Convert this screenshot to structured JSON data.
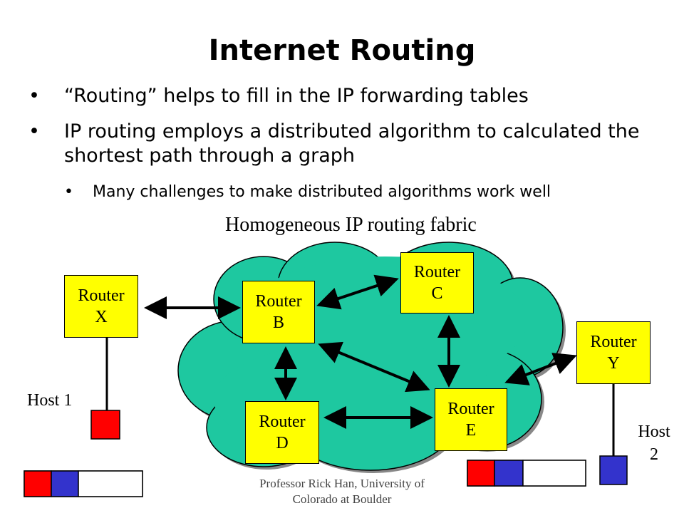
{
  "slide": {
    "title": "Internet Routing",
    "bullets": [
      {
        "marker": "•",
        "text": "“Routing” helps to fill in the IP forwarding tables"
      },
      {
        "marker": "•",
        "text": "IP routing employs a distributed algorithm to calculated the shortest path through a graph"
      }
    ],
    "sub_bullets": [
      {
        "marker": "•",
        "text": "Many challenges to make distributed algorithms work well"
      }
    ]
  },
  "diagram": {
    "fabric_label": "Homogeneous IP routing fabric",
    "routers": {
      "x": {
        "line1": "Router",
        "line2": "X"
      },
      "b": {
        "line1": "Router",
        "line2": "B"
      },
      "c": {
        "line1": "Router",
        "line2": "C"
      },
      "d": {
        "line1": "Router",
        "line2": "D"
      },
      "e": {
        "line1": "Router",
        "line2": "E"
      },
      "y": {
        "line1": "Router",
        "line2": "Y"
      }
    },
    "hosts": {
      "host1": {
        "line1": "Host 1"
      },
      "host2": {
        "line1": "Host",
        "line2": "2"
      }
    },
    "colors": {
      "cloud": "#1ec8a0",
      "router": "#ffff00",
      "packet_red": "#ff0000",
      "packet_blue": "#3333cc"
    }
  },
  "footer": {
    "line1": "Professor Rick Han, University of",
    "line2": "Colorado at Boulder"
  }
}
